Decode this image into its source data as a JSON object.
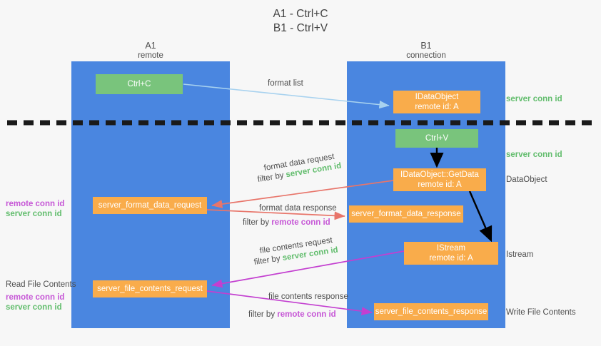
{
  "title": {
    "line1": "A1 - Ctrl+C",
    "line2": "B1 - Ctrl+V"
  },
  "lanes": [
    {
      "name": "A1",
      "sub": "remote"
    },
    {
      "name": "B1",
      "sub": "connection"
    }
  ],
  "colors": {
    "lane": "#4a86e0",
    "box_orange": "#f9ac4b",
    "box_green": "#79c47c",
    "server_conn": "#62bd6d",
    "remote_conn": "#c657d6",
    "arrow_blue": "#a8d2ef",
    "arrow_red": "#e8756a",
    "arrow_magenta": "#c33fd0",
    "arrow_black": "#000000",
    "divider": "#1a1a1a",
    "background": "#f7f7f7"
  },
  "boxes": {
    "ctrl_c": {
      "label": "Ctrl+C"
    },
    "ctrl_v": {
      "label": "Ctrl+V"
    },
    "idataobject": {
      "line1": "IDataObject",
      "line2": "remote id: A"
    },
    "getdata": {
      "line1": "IDataObject::GetData",
      "line2": "remote id: A"
    },
    "istream": {
      "line1": "IStream",
      "line2": "remote id: A"
    },
    "format_data_request": {
      "label": "server_format_data_request"
    },
    "format_data_response": {
      "label": "server_format_data_response"
    },
    "file_contents_request": {
      "label": "server_file_contents_request"
    },
    "file_contents_response": {
      "label": "server_file_contents_response"
    }
  },
  "edges": {
    "format_list": {
      "label": "format list"
    },
    "format_data_request": {
      "label": "format data request",
      "filter_prefix": "filter by ",
      "filter_tag": "server conn id"
    },
    "format_data_response": {
      "label": "format data response",
      "filter_prefix": "filter by ",
      "filter_tag": "remote conn id"
    },
    "file_contents_request": {
      "label": "file contents request",
      "filter_prefix": "filter by ",
      "filter_tag": "server conn id"
    },
    "file_contents_response": {
      "label": "file contents response",
      "filter_prefix": "filter by ",
      "filter_tag": "remote conn id"
    }
  },
  "right_labels": {
    "server_conn_top": "server conn id",
    "server_conn_mid": "server conn id",
    "dataobject": "DataObject",
    "istream": "Istream",
    "write_file_contents": "Write File Contents"
  },
  "left_labels": {
    "conn_top_remote": "remote conn id",
    "conn_top_server": "server conn id",
    "read_file_contents": "Read File Contents",
    "conn_bottom_remote": "remote conn id",
    "conn_bottom_server": "server conn id"
  }
}
